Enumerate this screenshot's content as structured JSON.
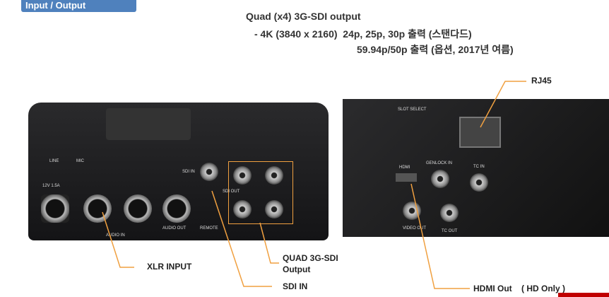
{
  "section_tab": "Input / Output",
  "header": {
    "line1": "Quad (x4) 3G-SDI output",
    "line2": "- 4K (3840 x 2160)  24p, 25p, 30p 출력 (스탠다드)",
    "line3": "59.94p/50p 출력 (옵션, 2017년 여름)"
  },
  "callouts": {
    "rj45": "RJ45",
    "xlr": "XLR INPUT",
    "quad_1": "QUAD 3G-SDI",
    "quad_2": "Output",
    "sdi_in": "SDI IN",
    "hdmi": "HDMI Out    ( HD Only )"
  },
  "panel_labels": {
    "audio_in": "AUDIO IN",
    "audio_out": "AUDIO OUT",
    "remote": "REMOTE",
    "sdi_in": "SDI IN",
    "sdi_out": "SDI OUT",
    "hdmi": "HDMI",
    "genlock": "GENLOCK IN",
    "tc_in": "TC IN",
    "tc_out": "TC OUT",
    "video_out": "VIDEO OUT",
    "slot": "SLOT SELECT",
    "line": "LINE",
    "mic": "MIC",
    "dc": "12V 1.5A"
  },
  "colors": {
    "accent": "#4f81bd",
    "leader": "#f0a040"
  }
}
